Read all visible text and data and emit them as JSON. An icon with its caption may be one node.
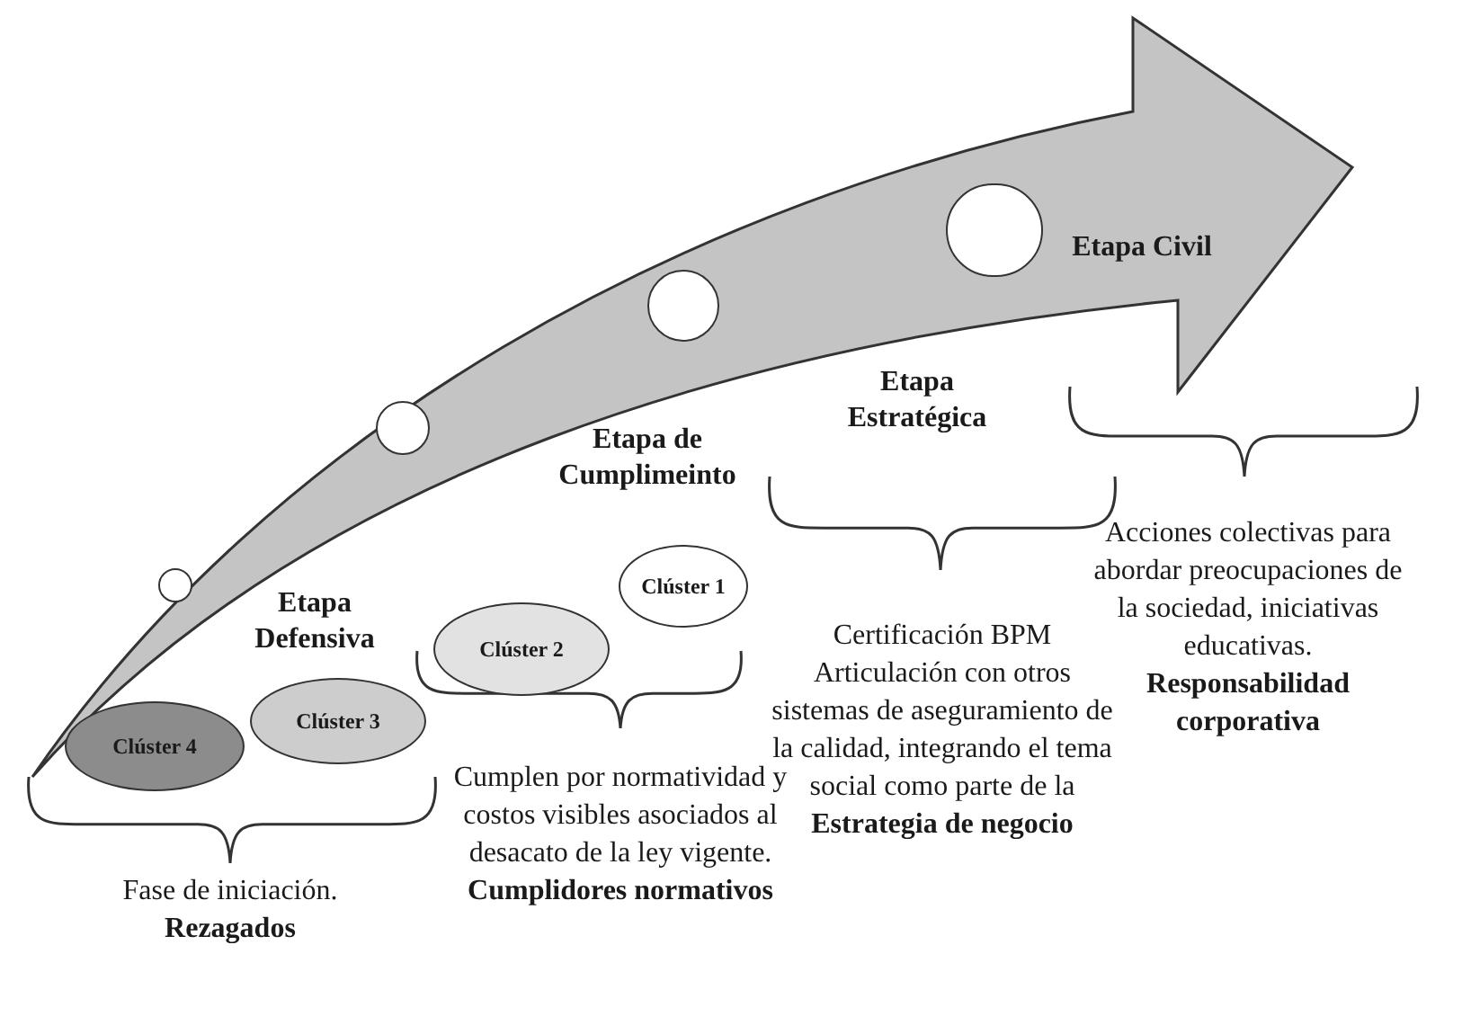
{
  "diagram": {
    "nodes": [
      {
        "text": [],
        "shape": "circle"
      },
      {
        "text": [],
        "shape": "circle"
      },
      {
        "text": [],
        "shape": "circle"
      },
      {
        "text": [],
        "shape": "circle"
      },
      {
        "text": [
          "Clúster 4"
        ]
      },
      {
        "text": [
          "Clúster 3"
        ]
      },
      {
        "text": [
          "Clúster 2"
        ]
      },
      {
        "text": [
          "Clúster 1"
        ]
      }
    ],
    "edges": [],
    "labels": [
      "Etapa Civil",
      "Etapa Estratégica",
      "Etapa de Cumplimeinto",
      "Acciones colectivas para abordar preocupaciones de la sociedad, iniciativas educativas. **Responsabilidad corporativa**",
      "Etapa Defensiva",
      "Certificación BPM Articulación con otros sistemas de aseguramiento de la calidad, integrando el tema social como parte de la **Estrategia de negocio**",
      "Cumplen por normatividad y costos visibles asociados al desacato de la ley vigente. **Cumplidores normativos**",
      "Fase de iniciación. **Rezagados**"
    ]
  }
}
